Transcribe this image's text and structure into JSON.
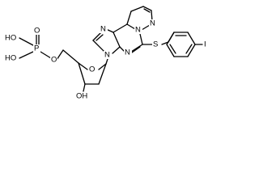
{
  "atoms": {
    "phosphate_p": "P",
    "phosphate_o_double": "O",
    "phosphate_ho_top": "HO",
    "phosphate_ho_bottom": "HO",
    "phosphate_o_ester": "O",
    "ring_o": "O",
    "hydroxyl": "OH",
    "n9": "N",
    "n7": "N",
    "n3": "N",
    "n1": "N",
    "imid_n": "N",
    "sulfur": "S",
    "iodine": "I"
  }
}
